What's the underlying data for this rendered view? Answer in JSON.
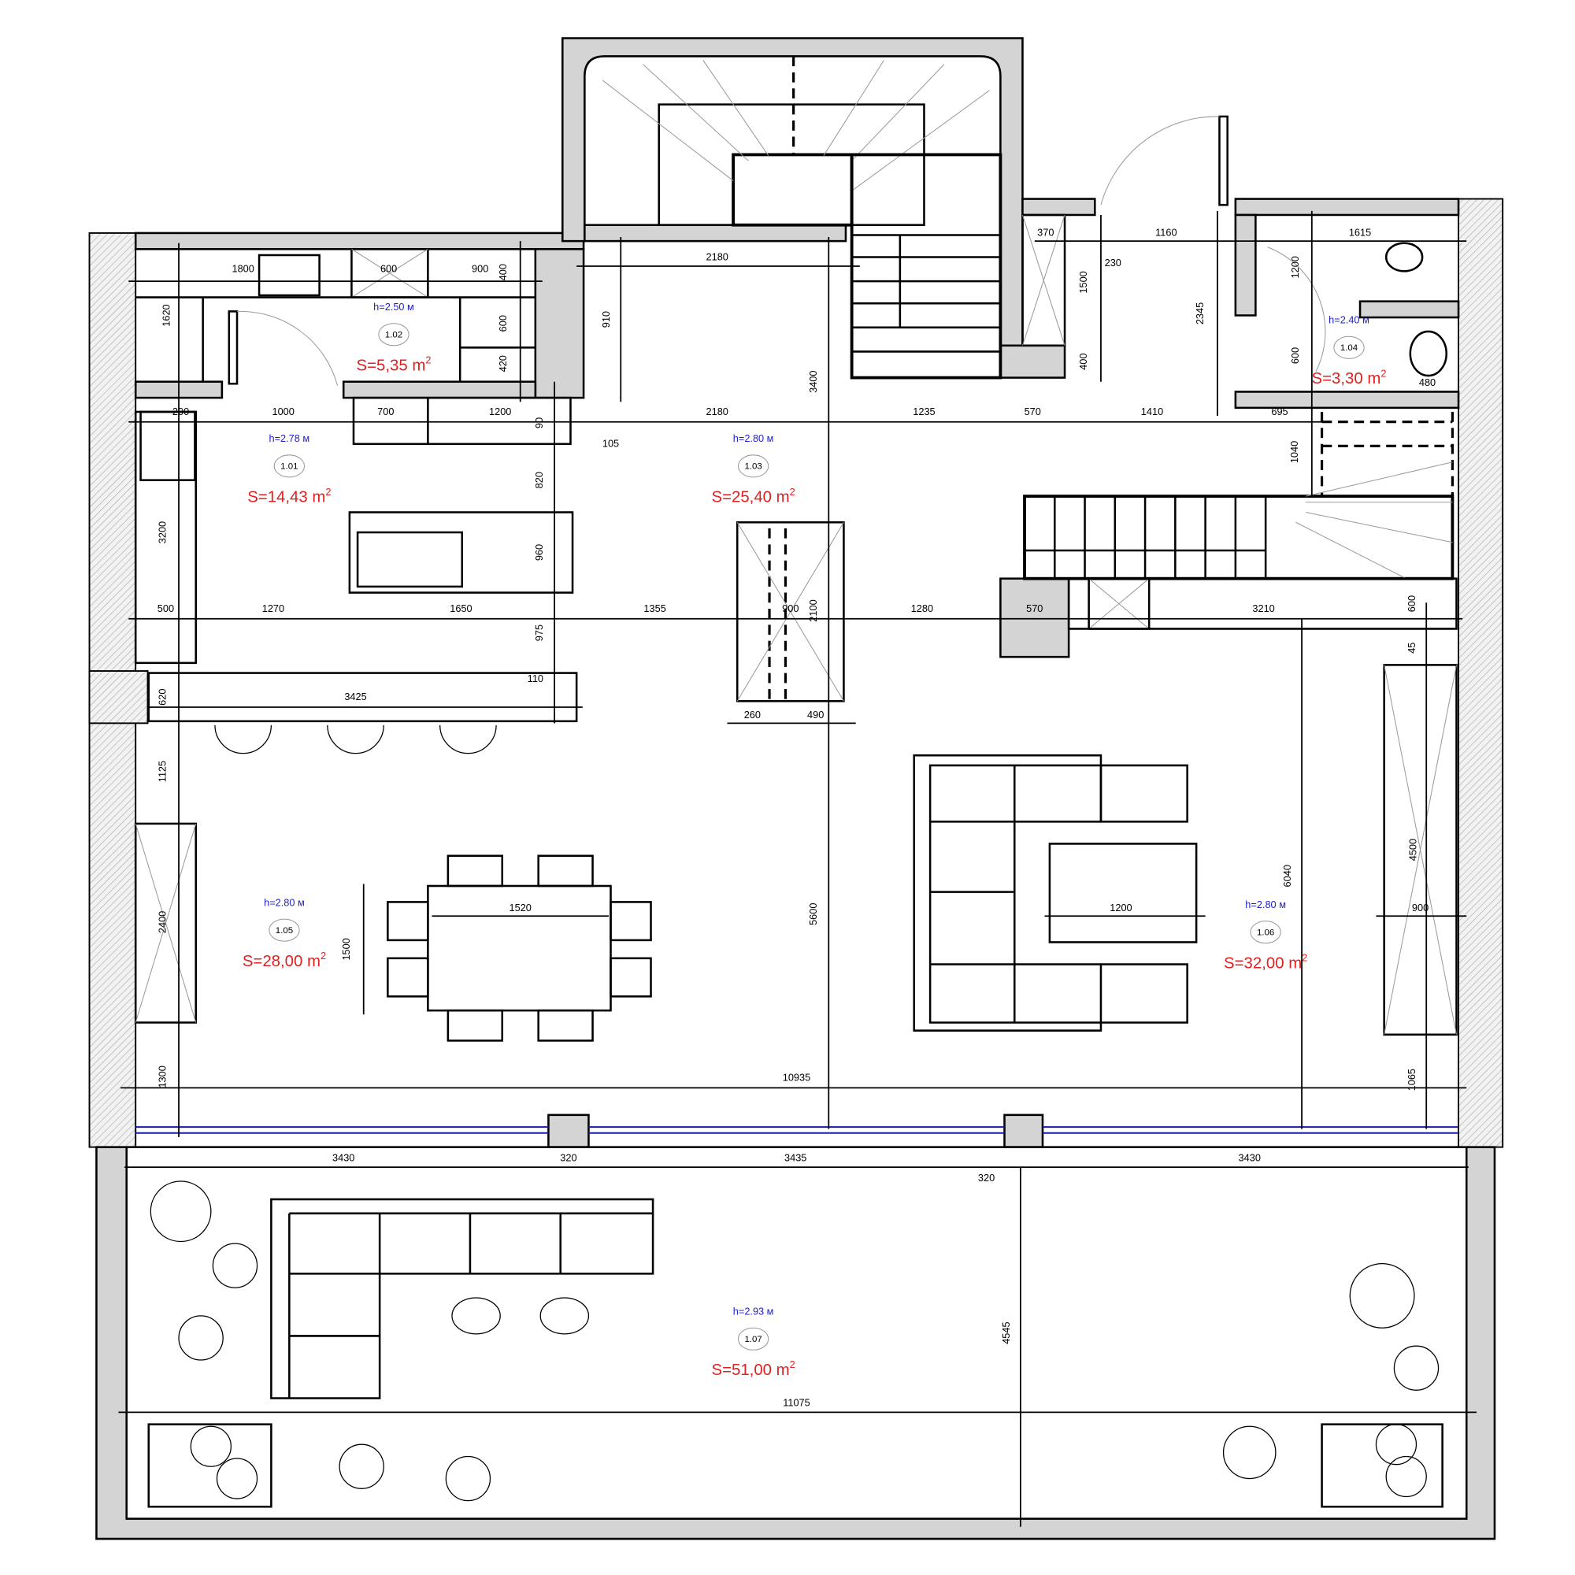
{
  "rooms": [
    {
      "id": "1.01",
      "height": "h=2.78 м",
      "area": "S=14,43 m",
      "sup": "2"
    },
    {
      "id": "1.02",
      "height": "h=2.50 м",
      "area": "S=5,35 m",
      "sup": "2"
    },
    {
      "id": "1.03",
      "height": "h=2.80 м",
      "area": "S=25,40 m",
      "sup": "2"
    },
    {
      "id": "1.04",
      "height": "h=2.40 м",
      "area": "S=3,30 m",
      "sup": "2"
    },
    {
      "id": "1.05",
      "height": "h=2.80 м",
      "area": "S=28,00 m",
      "sup": "2"
    },
    {
      "id": "1.06",
      "height": "h=2.80 м",
      "area": "S=32,00 m",
      "sup": "2"
    },
    {
      "id": "1.07",
      "height": "h=2.93 м",
      "area": "S=51,00 m",
      "sup": "2"
    }
  ],
  "dimensions_horizontal": [
    "1800",
    "600",
    "900",
    "2180",
    "370",
    "1160",
    "1615",
    "230",
    "200",
    "1000",
    "700",
    "1200",
    "2180",
    "1235",
    "570",
    "1410",
    "695",
    "105",
    "500",
    "1270",
    "1650",
    "1355",
    "900",
    "1280",
    "570",
    "3210",
    "3425",
    "110",
    "260",
    "490",
    "1520",
    "1200",
    "900",
    "10935",
    "3430",
    "320",
    "3435",
    "320",
    "3430",
    "11075",
    "480"
  ],
  "dimensions_vertical": [
    "1620",
    "400",
    "600",
    "420",
    "910",
    "90",
    "820",
    "960",
    "975",
    "620",
    "3200",
    "3400",
    "1500",
    "400",
    "2345",
    "1200",
    "600",
    "1040",
    "2100",
    "600",
    "45",
    "4500",
    "6040",
    "1125",
    "2400",
    "1500",
    "5600",
    "1300",
    "1065",
    "4545"
  ],
  "colors": {
    "wall": "#d4d4d4",
    "area_text": "#e02020",
    "height_text": "#2222cc",
    "window": "#1a1aa8"
  }
}
